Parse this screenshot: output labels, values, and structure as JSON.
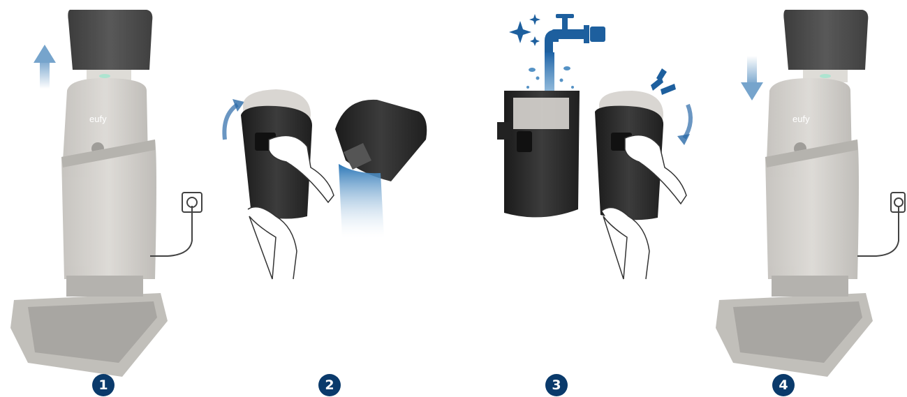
{
  "steps": [
    {
      "number": "1"
    },
    {
      "number": "2"
    },
    {
      "number": "3"
    },
    {
      "number": "4"
    }
  ],
  "brand_logo": "eufy",
  "colors": {
    "step_badge": "#0a3a6b",
    "accent_blue": "#1d5f9e",
    "water_light": "#bfe0f3",
    "station_body": "#c9c6c1",
    "tank_dark": "#2a2a2a"
  },
  "icons": [
    "arrow-up-icon",
    "arrow-down-icon",
    "rotate-arrow-icon",
    "faucet-icon",
    "sparkle-icon",
    "power-outlet-icon"
  ]
}
